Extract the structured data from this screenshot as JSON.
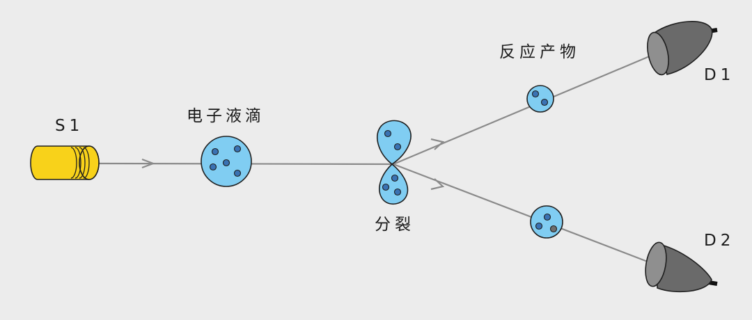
{
  "labels": {
    "source": "S1",
    "droplet": "电子液滴",
    "split": "分裂",
    "products": "反应产物",
    "detector1": "D1",
    "detector2": "D2"
  },
  "colors": {
    "background": "#ececec",
    "beam": "#8a8a8a",
    "droplet_fill": "#80cdf2",
    "particle": "#3a72b3",
    "odd_particle": "#6e6e6e",
    "source_body": "#f8d21a",
    "detector": "#6a6a6a"
  }
}
